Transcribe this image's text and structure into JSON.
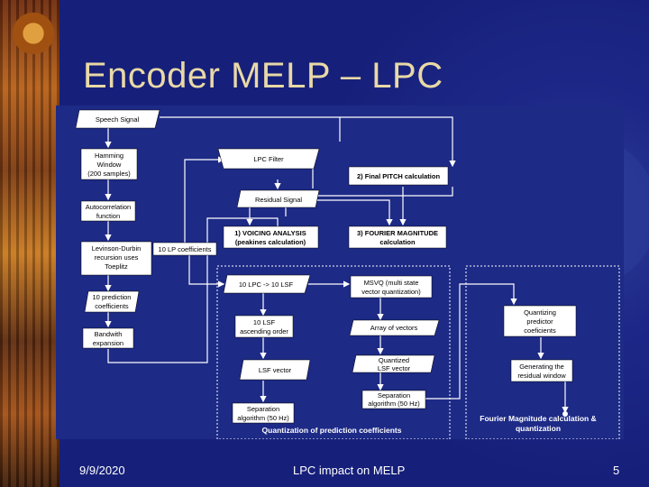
{
  "slide": {
    "title": "Encoder MELP – LPC",
    "date": "9/9/2020",
    "footer_center": "LPC impact on MELP",
    "page_number": "5"
  },
  "diagram": {
    "nodes": {
      "speech_signal": "Speech Signal",
      "hamming_1": "Hamming",
      "hamming_2": "Window",
      "hamming_3": "(200 samples)",
      "autocorr_1": "Autocorrelation",
      "autocorr_2": "function",
      "levinson_1": "Levinson-Durbin",
      "levinson_2": "recursion uses",
      "levinson_3": "Toeplitz",
      "pred_coef_1": "10 prediction",
      "pred_coef_2": "coefficients",
      "bandwidth_1": "Bandwith",
      "bandwidth_2": "expansion",
      "lpc_filter": "LPC Filter",
      "final_pitch": "2) Final PITCH calculation",
      "residual": "Residual Signal",
      "voicing_1": "1) VOICING ANALYSIS",
      "voicing_2": "(peakines calculation)",
      "fourier_mag_1": "3) FOURIER MAGNITUDE",
      "fourier_mag_2": "calculation",
      "lp_coef": "10 LP coefficients",
      "lpc_lsf": "10 LPC -> 10 LSF",
      "msvq_1": "MSVQ (multi state",
      "msvq_2": "vector quantization)",
      "lsf_asc_1": "10 LSF",
      "lsf_asc_2": "ascending order",
      "array_vectors": "Array of vectors",
      "lsf_vector": "LSF vector",
      "quant_lsf_1": "Quantized",
      "quant_lsf_2": "LSF vector",
      "sep_left_1": "Separation",
      "sep_left_2": "algorithm (50 Hz)",
      "sep_right_1": "Separation",
      "sep_right_2": "algorithm (50 Hz)",
      "quant_pred_1": "Quantizing",
      "quant_pred_2": "predictor",
      "quant_pred_3": "coeficients",
      "residual_win_1": "Generating the",
      "residual_win_2": "residual window"
    },
    "labels": {
      "quantization_caption": "Quantization of prediction coefficients",
      "fourier_quant_1": "Fourier Magnitude calculation &",
      "fourier_quant_2": "quantization"
    }
  }
}
